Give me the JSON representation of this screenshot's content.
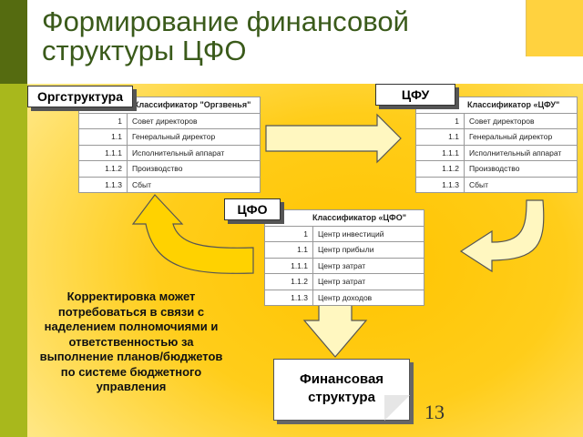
{
  "title": {
    "line1": "Формирование финансовой",
    "line2": "структуры ЦФО"
  },
  "tags": {
    "org": "Оргструктура",
    "cfu": "ЦФУ",
    "cfo": "ЦФО"
  },
  "tables": {
    "org": {
      "header": "Классификатор \"Оргзвенья\"",
      "rows": [
        {
          "code": "1",
          "name": "Совет директоров"
        },
        {
          "code": "1.1",
          "name": "Генеральный директор"
        },
        {
          "code": "1.1.1",
          "name": "Исполнительный аппарат"
        },
        {
          "code": "1.1.2",
          "name": "Производство"
        },
        {
          "code": "1.1.3",
          "name": "Сбыт"
        }
      ]
    },
    "cfu": {
      "header": "Классификатор «ЦФУ\"",
      "rows": [
        {
          "code": "1",
          "name": "Совет директоров"
        },
        {
          "code": "1.1",
          "name": "Генеральный директор"
        },
        {
          "code": "1.1.1",
          "name": "Исполнительный аппарат"
        },
        {
          "code": "1.1.2",
          "name": "Производство"
        },
        {
          "code": "1.1.3",
          "name": "Сбыт"
        }
      ]
    },
    "cfo": {
      "header": "Классификатор «ЦФО\"",
      "rows": [
        {
          "code": "1",
          "name": "Центр инвестиций"
        },
        {
          "code": "1.1",
          "name": "Центр прибыли"
        },
        {
          "code": "1.1.1",
          "name": "Центр затрат"
        },
        {
          "code": "1.1.2",
          "name": "Центр затрат"
        },
        {
          "code": "1.1.3",
          "name": "Центр доходов"
        }
      ]
    }
  },
  "note": "Корректировка может потребоваться в связи с наделением полномочиями и ответственностью за выполнение планов/бюджетов по системе бюджетного управления",
  "result": {
    "line1": "Финансовая",
    "line2": "структура"
  },
  "page_number": "13",
  "colors": {
    "title": "#3a5a1a",
    "arrow_fill": "#fff7c0",
    "arrow_yellow": "#ffd200",
    "strip": "#a8b81c"
  }
}
